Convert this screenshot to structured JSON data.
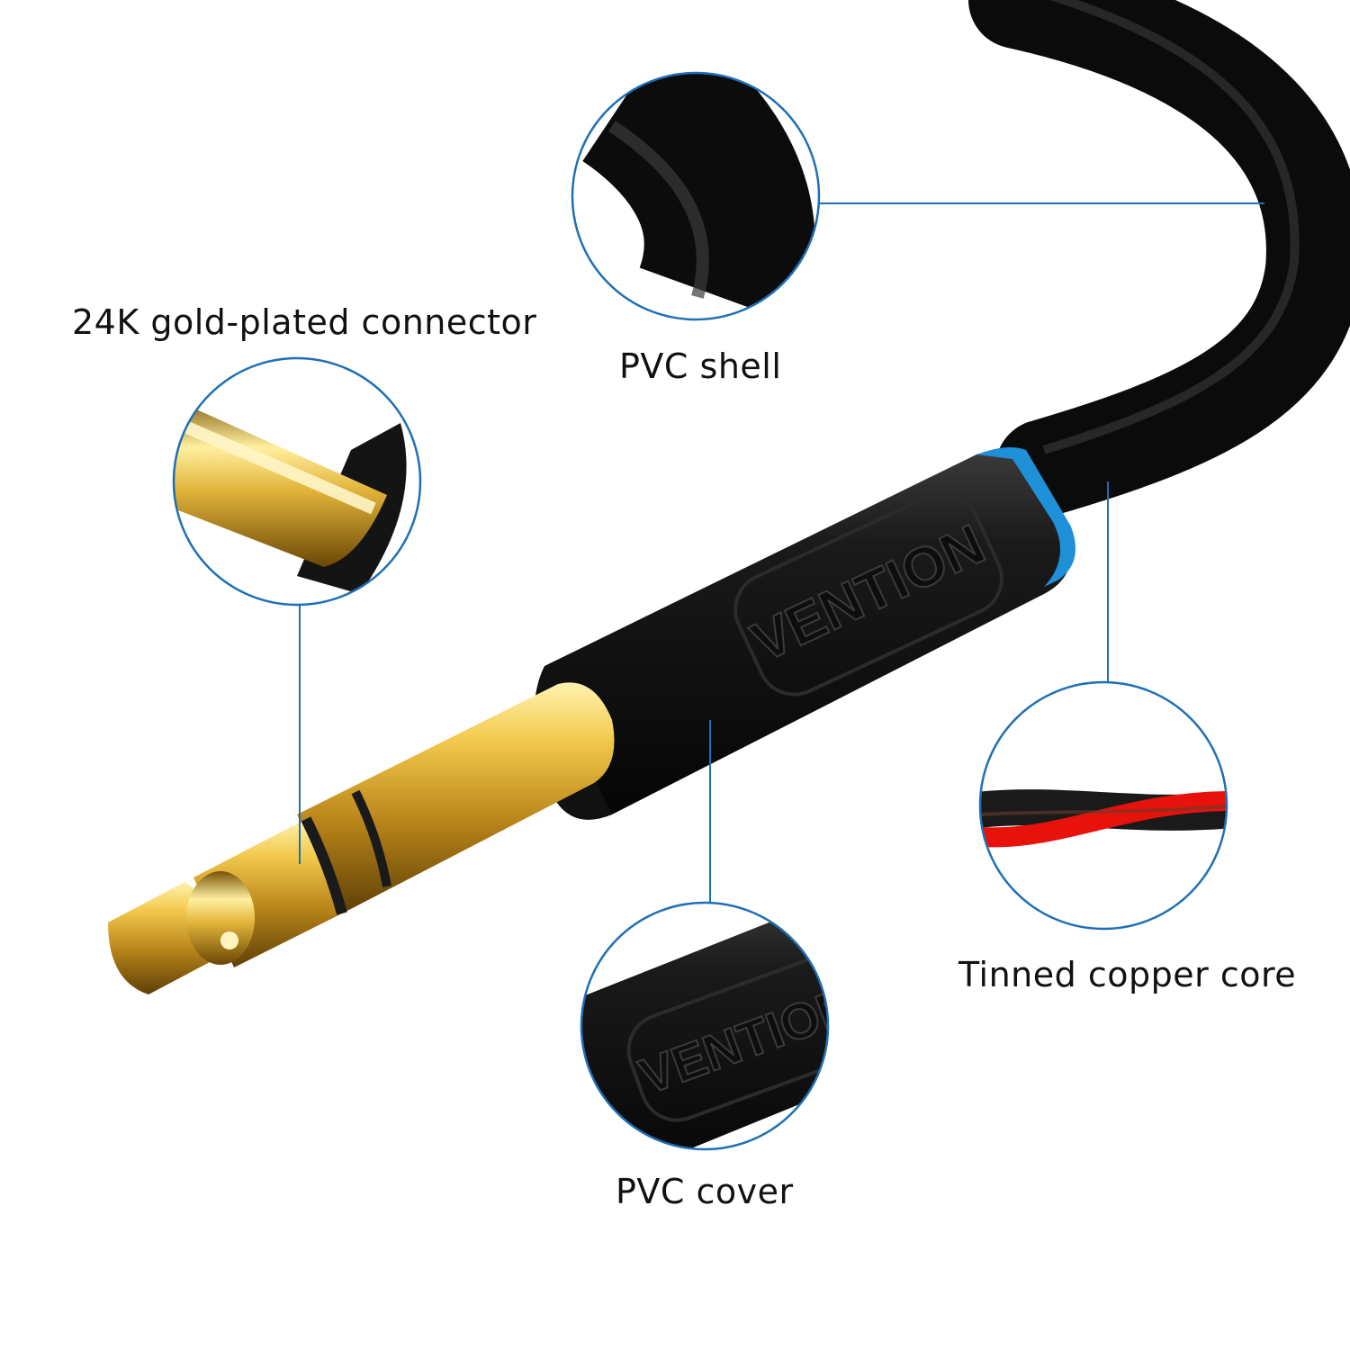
{
  "brand": "VENTION",
  "callouts": {
    "gold_connector": "24K gold-plated connector",
    "pvc_shell": "PVC shell",
    "copper_core": "Tinned copper core",
    "pvc_cover": "PVC cover"
  },
  "colors": {
    "callout_line": "#1f6fb5",
    "band": "#1e90d8",
    "gold": "#d6a62a",
    "cable": "#141414",
    "wire_red": "#e8120c"
  }
}
